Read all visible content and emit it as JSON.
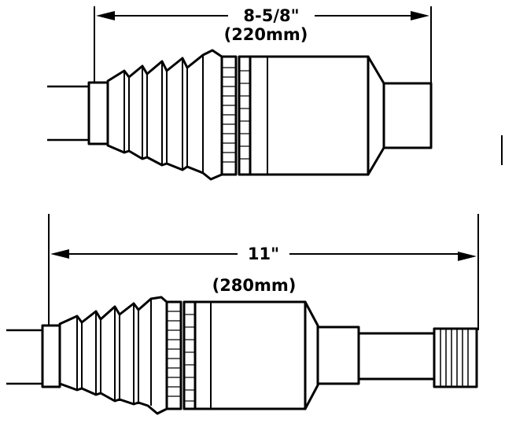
{
  "top_dimension": {
    "imperial": "8-5/8\"",
    "metric": "(220mm)"
  },
  "bottom_dimension": {
    "imperial": "11\"",
    "metric": "(280mm)"
  },
  "colors": {
    "ink": "#000000",
    "paper": "#ffffff"
  }
}
